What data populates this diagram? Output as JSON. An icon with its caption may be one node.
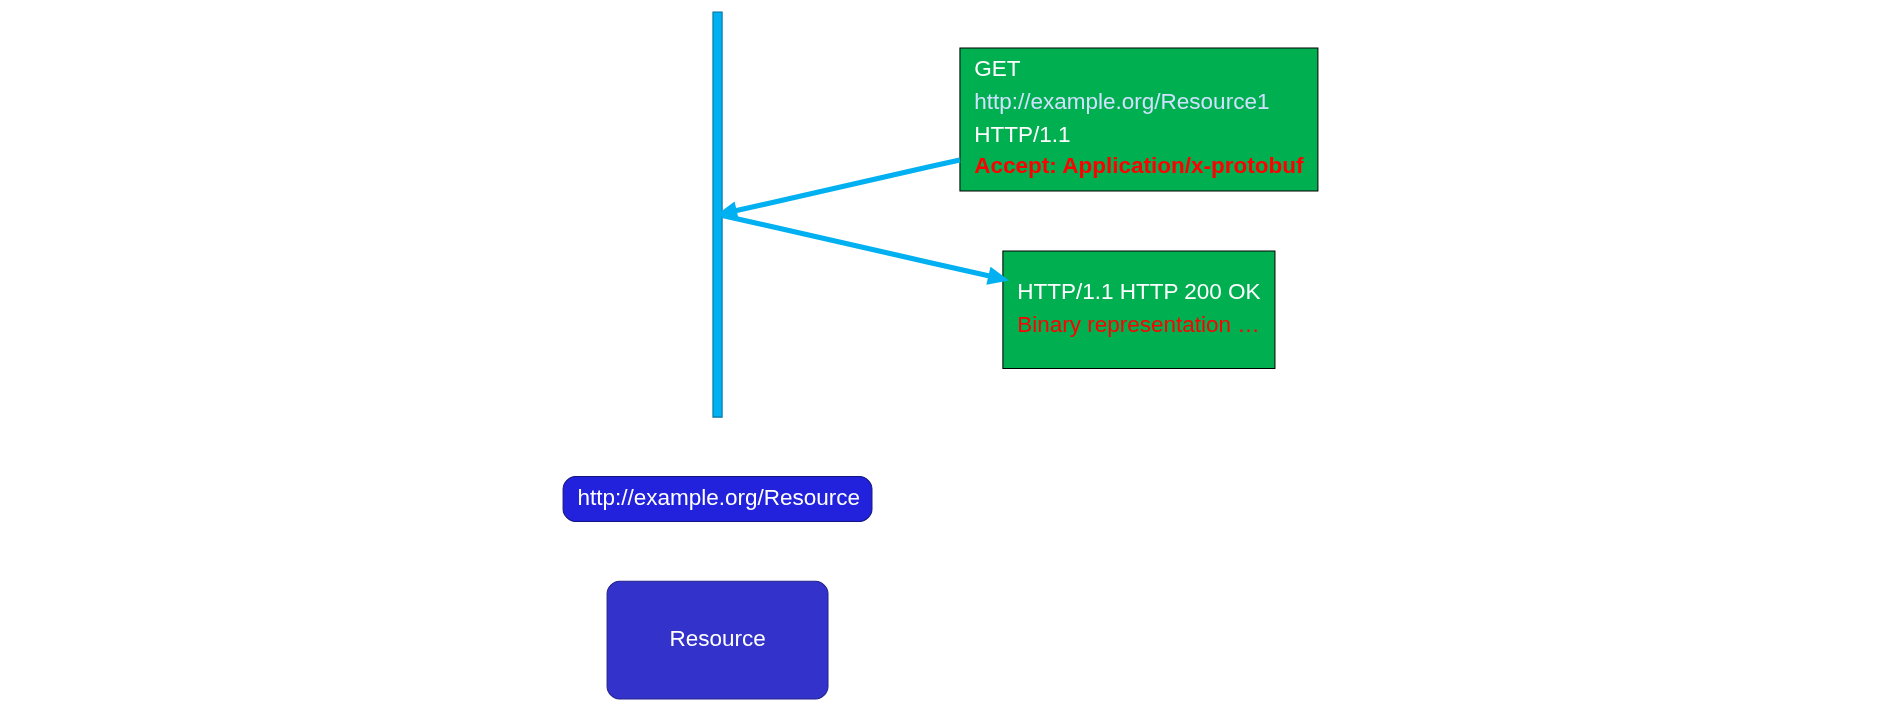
{
  "diagram": {
    "nodes": [
      {
        "text": [
          "Resource"
        ]
      },
      {
        "text": [
          "http://example.org/Resource"
        ]
      },
      {
        "text": [],
        "shape": "bar"
      },
      {
        "text": [
          "GET",
          "http://example.org/Resource1",
          "HTTP/1.1",
          "Accept: Application/x-protobuf"
        ]
      },
      {
        "text": [
          "HTTP/1.1 HTTP 200 OK",
          "Binary representation …"
        ]
      }
    ],
    "edges": [
      {
        "from": 3,
        "to": 2,
        "arrow": "to"
      },
      {
        "from": 2,
        "to": 4,
        "arrow": "to"
      }
    ]
  }
}
